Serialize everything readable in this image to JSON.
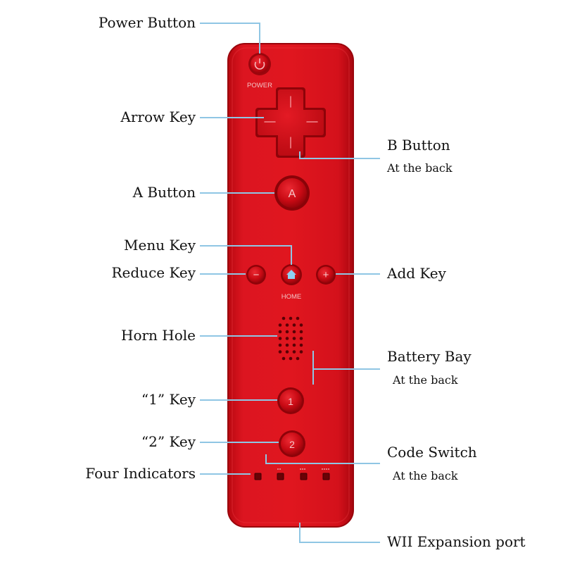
{
  "colors": {
    "body": "#d8101a",
    "body_edge": "#a8060e",
    "button": "#c80a14",
    "button_ring": "#8e0309",
    "leader": "#8fc6e4",
    "text": "#111111"
  },
  "remote": {
    "power_text": "POWER",
    "home_text": "HOME",
    "a_text": "A",
    "one_text": "1",
    "two_text": "2",
    "minus_text": "−",
    "plus_text": "+"
  },
  "labels": {
    "power_button": "Power Button",
    "arrow_key": "Arrow Key",
    "b_button": "B Button",
    "b_button_note": "At the back",
    "a_button": "A Button",
    "menu_key": "Menu Key",
    "reduce_key": "Reduce Key",
    "add_key": "Add Key",
    "horn_hole": "Horn Hole",
    "battery_bay": "Battery Bay",
    "battery_bay_note": "At the back",
    "key_1": "“1” Key",
    "key_2": "“2” Key",
    "code_switch": "Code Switch",
    "code_switch_note": "At the back",
    "four_indicators": "Four Indicators",
    "expansion_port": "WII Expansion port"
  }
}
